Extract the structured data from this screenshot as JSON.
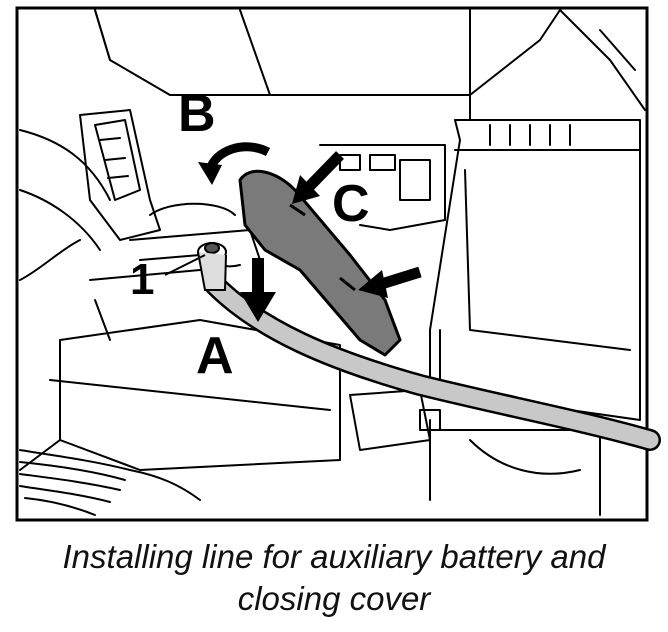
{
  "labels": {
    "a": "A",
    "b": "B",
    "c": "C",
    "one": "1"
  },
  "caption": {
    "line1": "Installing line for auxiliary battery and",
    "line2": "closing cover"
  },
  "colors": {
    "frame": "#000000",
    "background": "#ffffff",
    "cover": "#7a7a7a",
    "cable": "#bfbfbf",
    "line": "#000000"
  },
  "icons": [
    "arrow-down-icon",
    "curved-arrow-icon",
    "arrow-left-icon"
  ]
}
